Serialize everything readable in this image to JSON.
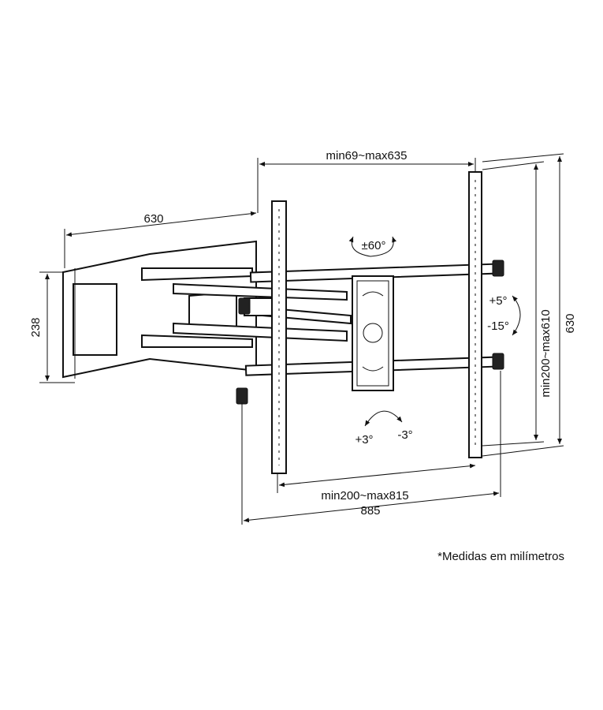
{
  "dimensions": {
    "top_span": "min69~max635",
    "arm_length": "630",
    "wall_plate_height": "238",
    "swivel": "±60°",
    "tilt_up": "+5°",
    "tilt_down": "-15°",
    "vertical_span": "min200~max610",
    "total_height": "630",
    "level_plus": "+3°",
    "level_minus": "-3°",
    "horizontal_span": "min200~max815",
    "total_width": "885"
  },
  "footnote": "*Medidas em milímetros"
}
